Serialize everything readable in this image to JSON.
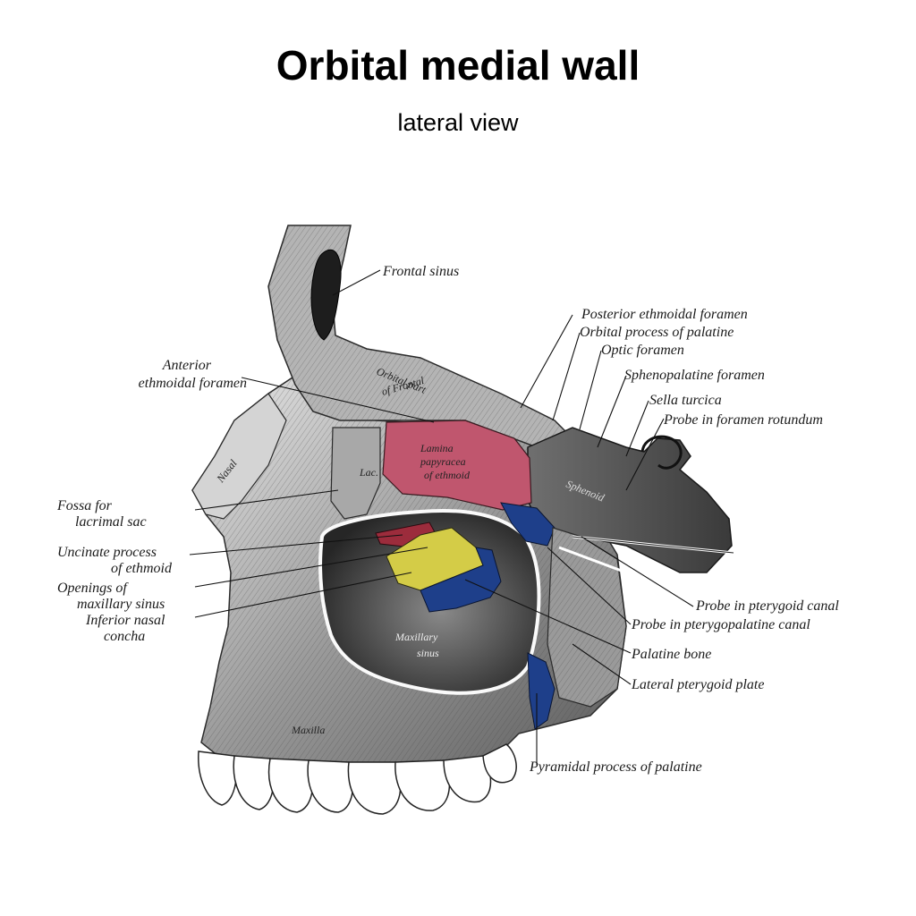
{
  "header": {
    "title": "Orbital medial wall",
    "subtitle": "lateral view"
  },
  "colors": {
    "lamina_papyracea": "#c0566e",
    "palatine_bone_yellow": "#d4cc47",
    "palatine_blue": "#1e3f8a",
    "uncinate_red": "#9c2c3c",
    "bone_gray": "#8c8c8c"
  },
  "labels": {
    "frontal_sinus": "Frontal sinus",
    "posterior_ethmoidal_foramen": "Posterior ethmoidal foramen",
    "orbital_process_of_palatine": "Orbital process of palatine",
    "optic_foramen": "Optic foramen",
    "sphenopalatine_foramen": "Sphenopalatine foramen",
    "sella_turcica": "Sella turcica",
    "probe_foramen_rotundum": "Probe in foramen rotundum",
    "anterior_ethmoidal_foramen_1": "Anterior",
    "anterior_ethmoidal_foramen_2": "ethmoidal foramen",
    "fossa_lacrimal_1": "Fossa for",
    "fossa_lacrimal_2": "lacrimal sac",
    "uncinate_1": "Uncinate process",
    "uncinate_2": "of ethmoid",
    "openings_1": "Openings of",
    "openings_2": "maxillary sinus",
    "inferior_concha_1": "Inferior nasal",
    "inferior_concha_2": "concha",
    "probe_pterygoid_canal": "Probe in pterygoid canal",
    "probe_pterygopalatine_canal": "Probe in pterygopalatine canal",
    "palatine_bone": "Palatine bone",
    "lateral_pterygoid_plate": "Lateral pterygoid plate",
    "pyramidal_process": "Pyramidal process of palatine"
  },
  "inner_labels": {
    "nasal": "Nasal",
    "orbital_part_1": "Orbital part",
    "orbital_part_2": "of Frontal",
    "lamina_1": "Lamina",
    "lamina_2": "papyracea",
    "lamina_3": "of ethmoid",
    "lacrimal": "Lac.",
    "sphenoid": "Sphenoid",
    "maxillary_sinus_1": "Maxillary",
    "maxillary_sinus_2": "sinus",
    "maxilla": "Maxilla"
  }
}
